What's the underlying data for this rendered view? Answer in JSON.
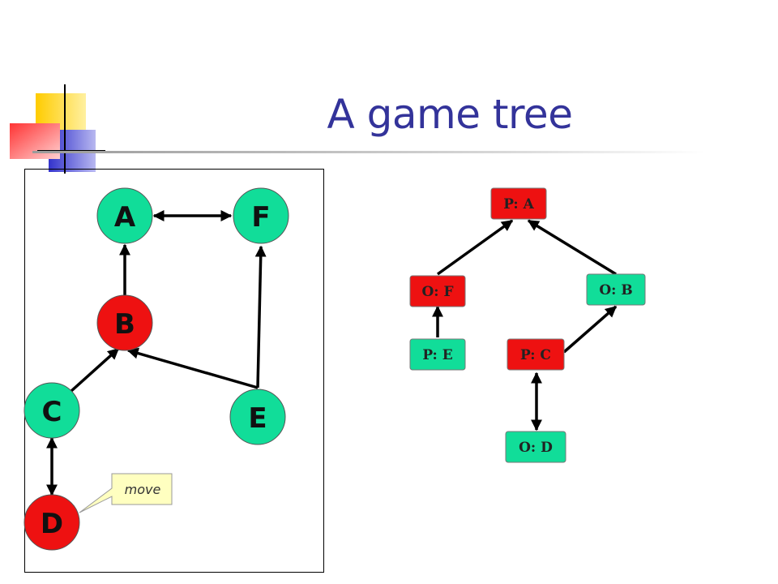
{
  "slide": {
    "title": "A game tree",
    "colors": {
      "title": "#33339a",
      "player_node": "#ee1111",
      "opponent_node": "#11dd99",
      "edge": "#000000",
      "deco_yellow": "#ffcc00",
      "deco_blue": "#3333cc",
      "deco_red": "#ff3333",
      "callout_fill": "#ffffc0"
    }
  },
  "graph": {
    "nodes": [
      {
        "id": "A",
        "label": "A",
        "color": "opponent"
      },
      {
        "id": "F",
        "label": "F",
        "color": "opponent"
      },
      {
        "id": "B",
        "label": "B",
        "color": "player"
      },
      {
        "id": "C",
        "label": "C",
        "color": "opponent"
      },
      {
        "id": "E",
        "label": "E",
        "color": "opponent"
      },
      {
        "id": "D",
        "label": "D",
        "color": "player"
      }
    ],
    "edges": [
      {
        "from": "A",
        "to": "F",
        "bidirectional": true
      },
      {
        "from": "B",
        "to": "A",
        "bidirectional": false
      },
      {
        "from": "C",
        "to": "B",
        "bidirectional": false
      },
      {
        "from": "E",
        "to": "B",
        "bidirectional": false
      },
      {
        "from": "E",
        "to": "F",
        "bidirectional": false
      },
      {
        "from": "D",
        "to": "C",
        "bidirectional": true
      }
    ],
    "callout": {
      "text": "move",
      "target": "D"
    }
  },
  "tree": {
    "nodes": [
      {
        "id": "PA",
        "label": "P: A",
        "color": "player"
      },
      {
        "id": "OF",
        "label": "O: F",
        "color": "player"
      },
      {
        "id": "OB",
        "label": "O: B",
        "color": "opponent"
      },
      {
        "id": "PE",
        "label": "P: E",
        "color": "opponent"
      },
      {
        "id": "PC",
        "label": "P: C",
        "color": "player"
      },
      {
        "id": "OD",
        "label": "O: D",
        "color": "opponent"
      }
    ],
    "edges": [
      {
        "from": "OF",
        "to": "PA",
        "bidirectional": false
      },
      {
        "from": "OB",
        "to": "PA",
        "bidirectional": false
      },
      {
        "from": "PE",
        "to": "OF",
        "bidirectional": false
      },
      {
        "from": "PC",
        "to": "OB",
        "bidirectional": false
      },
      {
        "from": "OD",
        "to": "PC",
        "bidirectional": true
      }
    ]
  }
}
